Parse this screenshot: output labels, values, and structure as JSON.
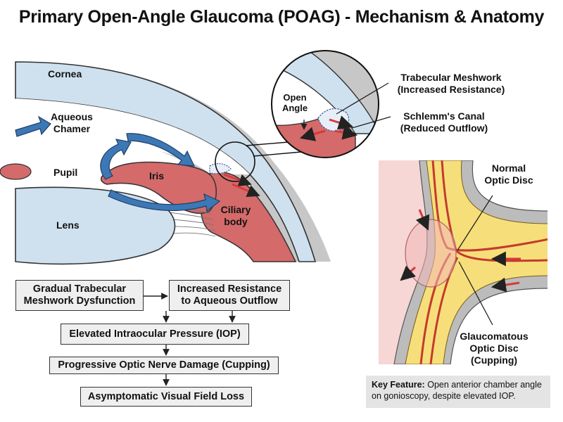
{
  "title": "Primary Open-Angle Glaucoma (POAG) - Mechanism & Anatomy",
  "labels": {
    "cornea": "Cornea",
    "aqueous_line1": "Aqueous",
    "aqueous_line2": "Chamer",
    "pupil": "Pupil",
    "iris": "Iris",
    "lens": "Lens",
    "ciliary_line1": "Ciliary",
    "ciliary_line2": "body",
    "open_angle_line1": "Open",
    "open_angle_line2": "Angle",
    "trabecular_line1": "Trabecular Meshwork",
    "trabecular_line2": "(Increased Resistance)",
    "schlemm_line1": "Schlemm's Canal",
    "schlemm_line2": "(Reduced Outflow)",
    "normal_disc_line1": "Normal",
    "normal_disc_line2": "Optic Disc",
    "glaucoma_disc_line1": "Glaucomatous",
    "glaucoma_disc_line2": "Optic Disc",
    "glaucoma_disc_line3": "(Cupping)"
  },
  "flowchart": {
    "step1_line1": "Gradual Trabecular",
    "step1_line2": "Meshwork Dysfunction",
    "step2_line1": "Increased Resistance",
    "step2_line2": "to Aqueous Outflow",
    "step3": "Elevated Intraocular Pressure (IOP)",
    "step4": "Progressive Optic Nerve Damage (Cupping)",
    "step5": "Asymptomatic Visual Field Loss"
  },
  "key_feature": {
    "label": "Key Feature:",
    "text": "Open anterior chamber angle on gonioscopy, despite elevated IOP."
  },
  "colors": {
    "cornea_fill": "#cfe1ee",
    "iris_fill": "#d46a6a",
    "flow_arrow": "#3d78b6",
    "outflow_arrow": "#d63a3a",
    "nerve_yellow": "#f6df7a",
    "sclera_gray": "#bcbcbc",
    "box_fill": "#efefef"
  }
}
